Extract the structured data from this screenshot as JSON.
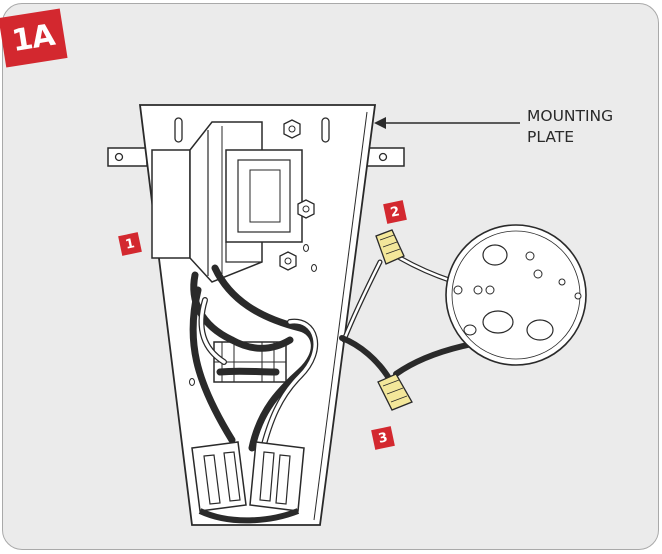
{
  "figure": {
    "label": "1A"
  },
  "callout": {
    "line1": "MOUNTING",
    "line2": "PLATE"
  },
  "steps": [
    {
      "label": "1"
    },
    {
      "label": "2"
    },
    {
      "label": "3"
    }
  ],
  "colors": {
    "accent": "#d3282f",
    "background": "#ebebeb",
    "line": "#2a2a2a"
  }
}
